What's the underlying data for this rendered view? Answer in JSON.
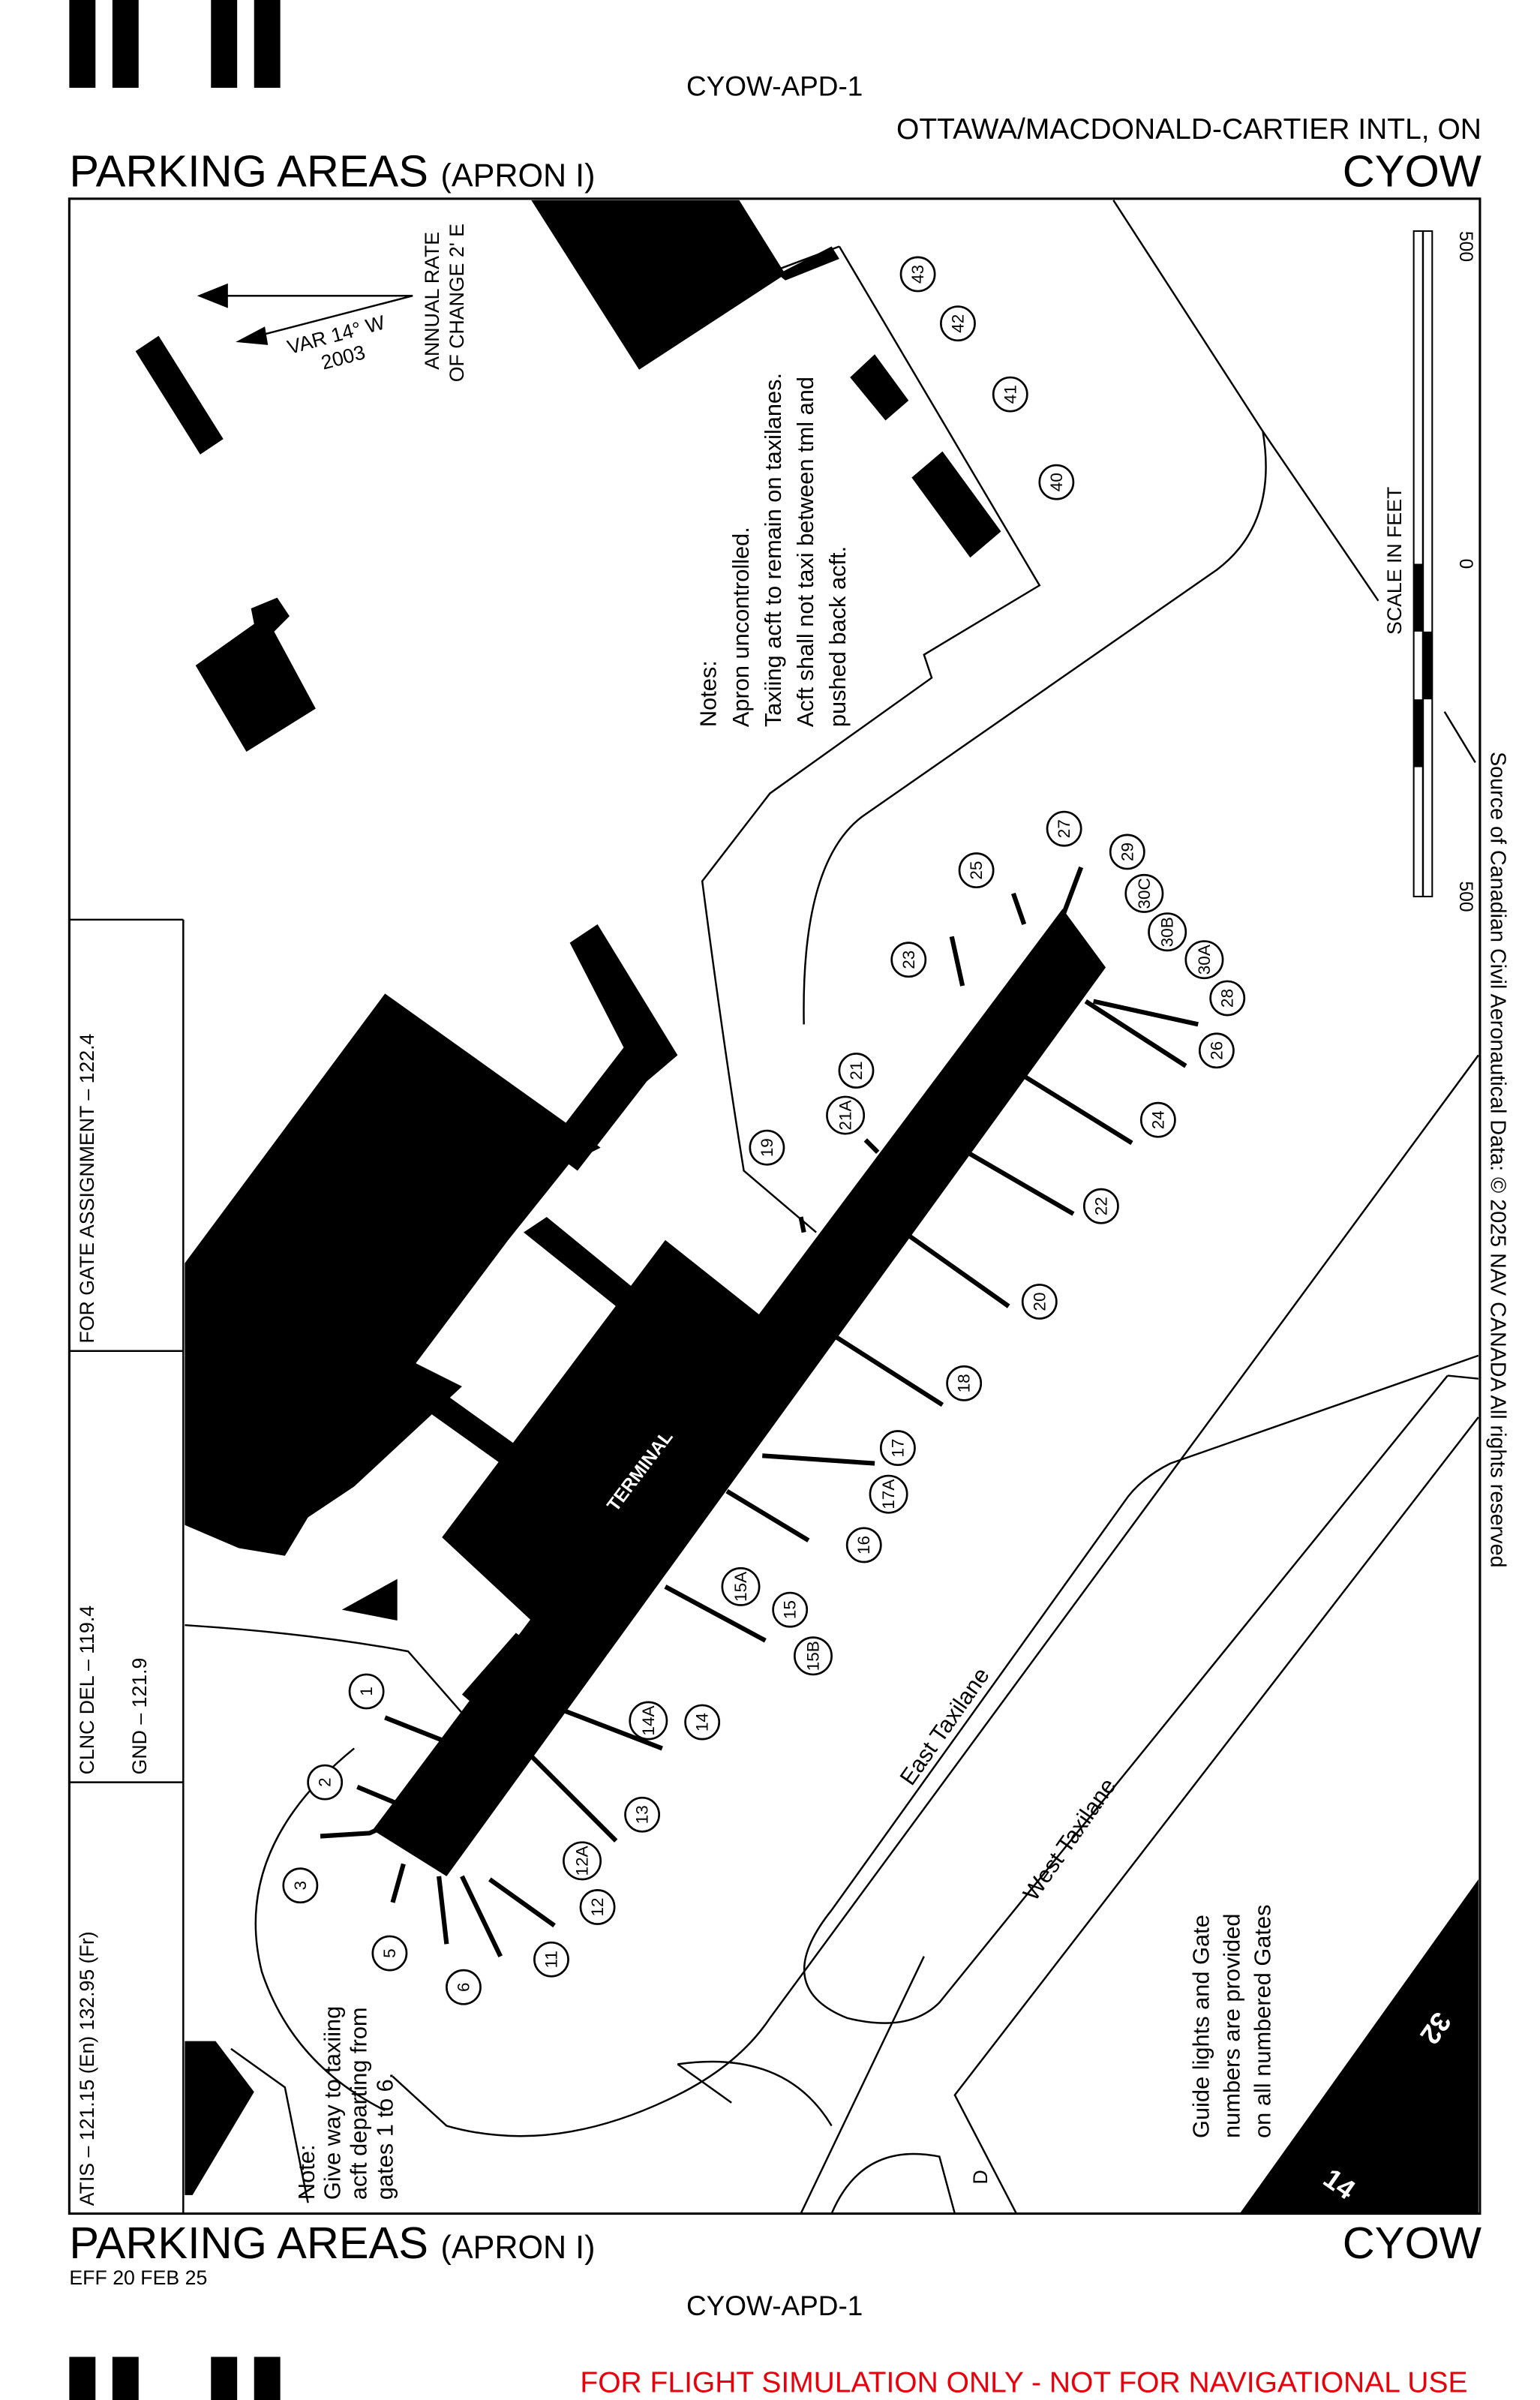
{
  "header": {
    "chart_id": "CYOW-APD-1",
    "airport": "OTTAWA/MACDONALD-CARTIER INTL, ON",
    "title": "PARKING AREAS",
    "subtitle": "(APRON I)",
    "icao": "CYOW"
  },
  "footer": {
    "title": "PARKING AREAS",
    "subtitle": "(APRON I)",
    "icao": "CYOW",
    "effective": "EFF 20 FEB 25",
    "chart_id": "CYOW-APD-1",
    "disclaimer": "FOR FLIGHT SIMULATION ONLY - NOT FOR NAVIGATIONAL USE",
    "disclaimer_color": "#e8000b"
  },
  "frequencies": {
    "gate_assignment": "FOR GATE ASSIGNMENT – 122.4",
    "clnc_del": "CLNC DEL – 119.4",
    "gnd": "GND – 121.9",
    "atis": "ATIS – 121.15 (En)  132.95 (Fr)"
  },
  "magnetic": {
    "annual_rate_1": "ANNUAL RATE",
    "annual_rate_2": "OF CHANGE 2' E",
    "var_1": "VAR 14°  W",
    "var_2": "2003"
  },
  "notes": {
    "apron": [
      "Notes:",
      "Apron uncontrolled.",
      "Taxiing acft to remain on taxilanes.",
      "Acft shall not taxi between tml and",
      "pushed back acft."
    ],
    "give_way": [
      "Note:",
      "Give way to taxiing",
      "acft departing from",
      "gates 1 to 6."
    ],
    "guide_lights": [
      "Guide lights and Gate",
      "numbers are provided",
      "on all numbered Gates"
    ]
  },
  "scale": {
    "label": "SCALE IN FEET",
    "left": "500",
    "zero": "0",
    "right": "500"
  },
  "source": "Source of Canadian Civil Aeronautical Data: © 2025 NAV CANADA All rights reserved",
  "labels": {
    "terminal": "TERMINAL",
    "east_taxilane": "East Taxilane",
    "west_taxilane": "West Taxilane",
    "runway_32": "32",
    "runway_14": "14",
    "taxiway_d": "D"
  },
  "gates": [
    "1",
    "2",
    "3",
    "5",
    "6",
    "11",
    "12",
    "12A",
    "13",
    "14",
    "14A",
    "15",
    "15A",
    "15B",
    "16",
    "17",
    "17A",
    "18",
    "19",
    "20",
    "21",
    "21A",
    "22",
    "23",
    "24",
    "25",
    "26",
    "27",
    "28",
    "29",
    "30A",
    "30B",
    "30C",
    "40",
    "41",
    "42",
    "43"
  ]
}
